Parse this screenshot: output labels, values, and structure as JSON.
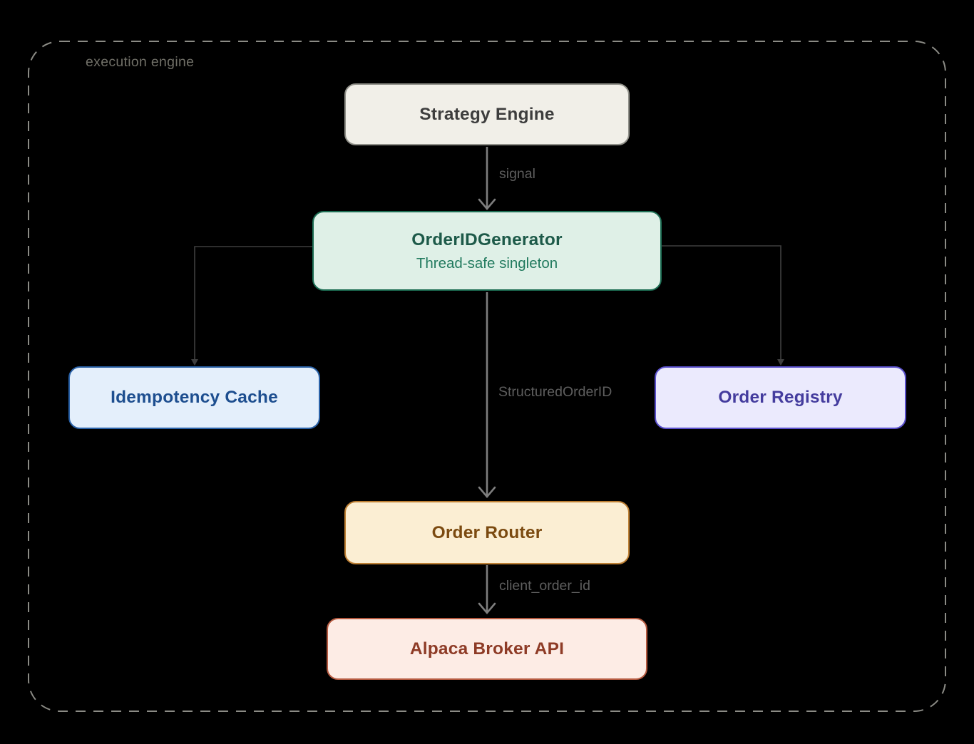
{
  "frame": {
    "label": "execution engine"
  },
  "colors": {
    "background": "#000000",
    "frame_border": "#8b8b85",
    "frame_label": "#706f67",
    "arrow_main": "#7e7e7e",
    "arrow_elbow": "#3e3e3e",
    "edge_label": "#5e5e5e"
  },
  "nodes": [
    {
      "id": "strategy-engine",
      "title": "Strategy Engine",
      "fill": "#f1efe8",
      "border": "#8f8f88",
      "text_color": "#3d3d3d"
    },
    {
      "id": "order-id-generator",
      "title": "OrderIDGenerator",
      "subtitle": "Thread-safe singleton",
      "fill": "#dff0e7",
      "border": "#1d6e54",
      "text_color": "#1d5a49",
      "subtitle_color": "#217a5e"
    },
    {
      "id": "idempotency-cache",
      "title": "Idempotency Cache",
      "fill": "#e4effb",
      "border": "#2a62a8",
      "text_color": "#1d4e8f"
    },
    {
      "id": "order-registry",
      "title": "Order Registry",
      "fill": "#ebeafd",
      "border": "#5a50cc",
      "text_color": "#443c9e"
    },
    {
      "id": "order-router",
      "title": "Order Router",
      "fill": "#fbeed3",
      "border": "#bd7f33",
      "text_color": "#7b4a10"
    },
    {
      "id": "alpaca-broker-api",
      "title": "Alpaca Broker API",
      "fill": "#fdece5",
      "border": "#b65a40",
      "text_color": "#8e3b26"
    }
  ],
  "edges": [
    {
      "from": "strategy-engine",
      "to": "order-id-generator",
      "label": "signal"
    },
    {
      "from": "order-id-generator",
      "to": "idempotency-cache",
      "label": ""
    },
    {
      "from": "order-id-generator",
      "to": "order-registry",
      "label": ""
    },
    {
      "from": "order-id-generator",
      "to": "order-router",
      "label": "StructuredOrderID"
    },
    {
      "from": "order-router",
      "to": "alpaca-broker-api",
      "label": "client_order_id"
    }
  ]
}
